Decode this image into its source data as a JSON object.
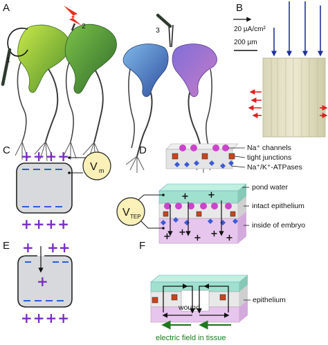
{
  "panels": {
    "A": {
      "letter": "A",
      "step_labels": [
        "1",
        "2",
        "3"
      ]
    },
    "B": {
      "letter": "B",
      "current_scale": "20 µA/cm²",
      "length_scale": "200 µm"
    },
    "C": {
      "letter": "C",
      "plus_row": "++++",
      "voltage_label": "V",
      "voltage_subscript": "m"
    },
    "D": {
      "letter": "D",
      "legend": [
        "Na⁺ channels",
        "tight junctions",
        "Na⁺/K⁺-ATPases"
      ],
      "layers": [
        "pond water",
        "intact epithelium",
        "inside of embryo"
      ],
      "voltage_label": "V",
      "voltage_subscript": "TEP"
    },
    "E": {
      "letter": "E",
      "plus_left": "+",
      "plus_right": "++",
      "plus_bottom": "++++",
      "plus_center": "+"
    },
    "F": {
      "letter": "F",
      "wound_label": "wound",
      "epithelium_label": "epithelium",
      "field_label": "electric field in tissue"
    }
  },
  "colors": {
    "plus": "#7a2bc4",
    "minus": "#2a5bd7",
    "water": "#9fe0cf",
    "epithelium": "#e8e8e8",
    "embryo": "#e7c6ee",
    "channel": "#cc44cc",
    "junction": "#c9441c",
    "atpase": "#3a5bd7",
    "field": "#1d7a1d",
    "stimulus": "#e53020",
    "current_arrow": "#1f2f9c",
    "outward_arrow": "#e02020"
  }
}
